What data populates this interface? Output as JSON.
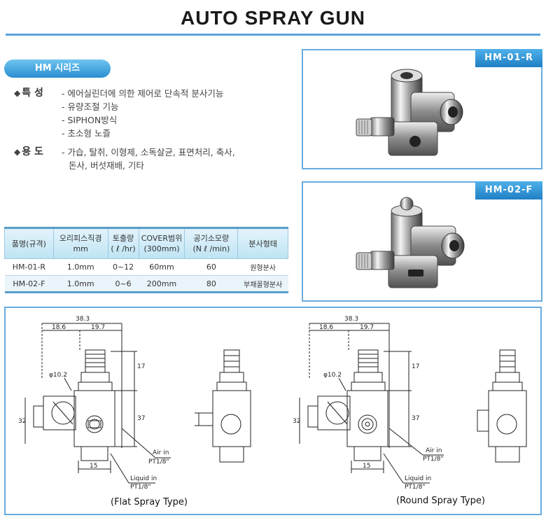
{
  "title": "AUTO SPRAY GUN",
  "series_label": "HM 시리즈",
  "features": {
    "label": "특 성",
    "items": [
      "- 에어실린더에 의한 제어로 단속적 분사기능",
      "- 유량조절 기능",
      "- SIPHON방식",
      "- 초소형 노즐"
    ]
  },
  "uses": {
    "label": "용 도",
    "items": [
      "- 가습, 탈취, 이형제, 소독살균, 표면처리, 축사,",
      "돈사, 버섯재배, 기타"
    ]
  },
  "table": {
    "headers": [
      "품명(규격)",
      "오리피스직경\nmm",
      "토출량\n( ℓ /hr)",
      "COVER범위\n(300mm)",
      "공기소모량\n(N ℓ /min)",
      "분사형태"
    ],
    "rows": [
      [
        "HM-01-R",
        "1.0mm",
        "0~12",
        "60mm",
        "60",
        "원형분사"
      ],
      [
        "HM-02-F",
        "1.0mm",
        "0~6",
        "200mm",
        "80",
        "부채꼴형분사"
      ]
    ]
  },
  "products": [
    {
      "model": "HM-01-R"
    },
    {
      "model": "HM-02-F"
    }
  ],
  "drawings": {
    "dims": {
      "total": "38.3",
      "left": "18.6",
      "right": "19.7",
      "diameter": "φ10.2",
      "height_top": "17",
      "height_mid": "37",
      "side": "32",
      "bottom": "15"
    },
    "air_in": "Air in",
    "air_thread": "PT1/8\"",
    "liquid_in": "Liquid in",
    "liquid_thread": "PT1/8\"",
    "flat_caption": "(Flat Spray Type)",
    "round_caption": "(Round Spray Type)"
  },
  "colors": {
    "accent": "#5aa3d8",
    "tag": "#1f7fc4"
  }
}
